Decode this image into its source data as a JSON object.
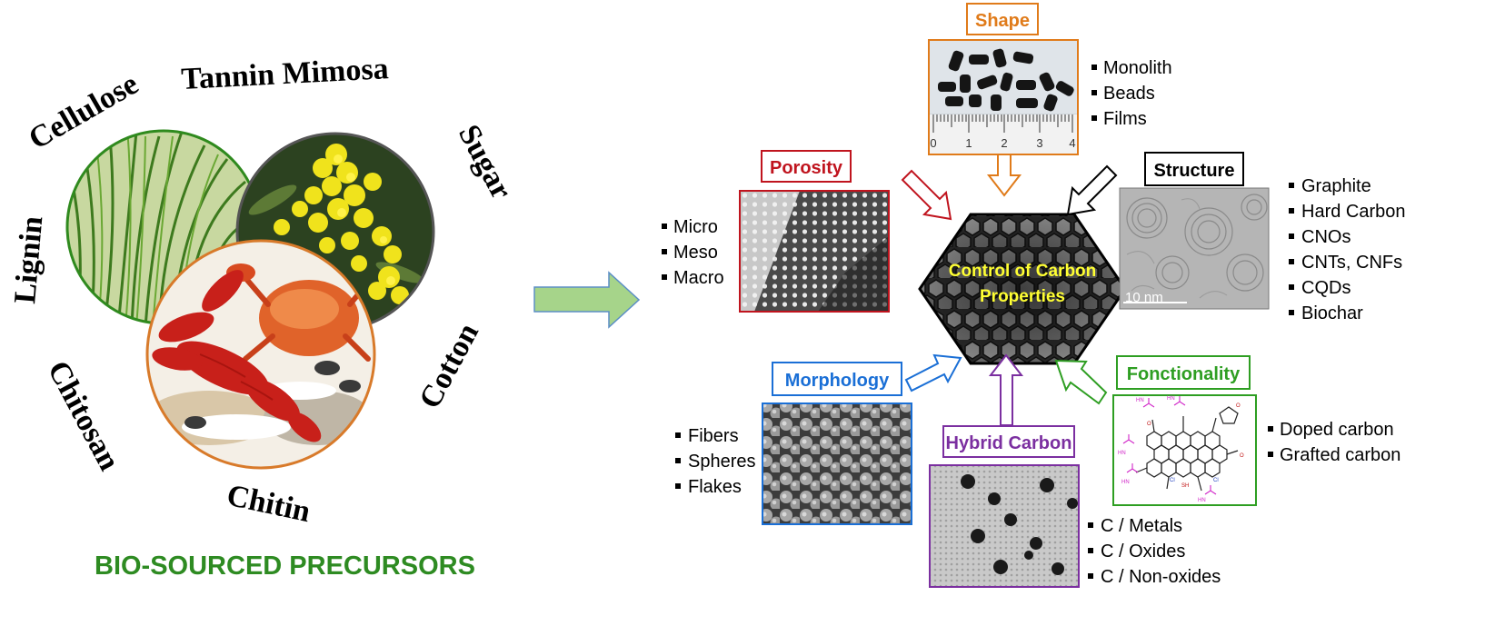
{
  "precursors": {
    "arc_labels": [
      "Cellulose",
      "Tannin Mimosa",
      "Sugar",
      "Cotton",
      "Chitin",
      "Chitosan",
      "Lignin"
    ],
    "title": "BIO-SOURCED PRECURSORS"
  },
  "center": {
    "line1": "Control of Carbon",
    "line2": "Properties"
  },
  "boxes": {
    "shape": {
      "label": "Shape",
      "color": "#e07b1a",
      "items": [
        "Monolith",
        "Beads",
        "Films"
      ],
      "ruler_ticks": [
        "0",
        "1",
        "2",
        "3",
        "4"
      ]
    },
    "porosity": {
      "label": "Porosity",
      "color": "#c0141e",
      "items": [
        "Micro",
        "Meso",
        "Macro"
      ]
    },
    "structure": {
      "label": "Structure",
      "color": "#000000",
      "items": [
        "Graphite",
        "Hard Carbon",
        "CNOs",
        "CNTs, CNFs",
        "CQDs",
        "Biochar"
      ],
      "scale": "10 nm"
    },
    "morphology": {
      "label": "Morphology",
      "color": "#1a6fd6",
      "items": [
        "Fibers",
        "Spheres",
        "Flakes"
      ]
    },
    "hybrid": {
      "label": "Hybrid Carbon",
      "color": "#7b2fa0",
      "items": [
        "C / Metals",
        "C / Oxides",
        "C / Non-oxides"
      ]
    },
    "functionality": {
      "label": "Fonctionality",
      "color": "#2e9e22",
      "items": [
        "Doped carbon",
        "Grafted carbon"
      ]
    }
  },
  "colors": {
    "title_green": "#2e8b22",
    "hex_text": "#ffff33",
    "big_arrow": "#9ccc7a"
  }
}
